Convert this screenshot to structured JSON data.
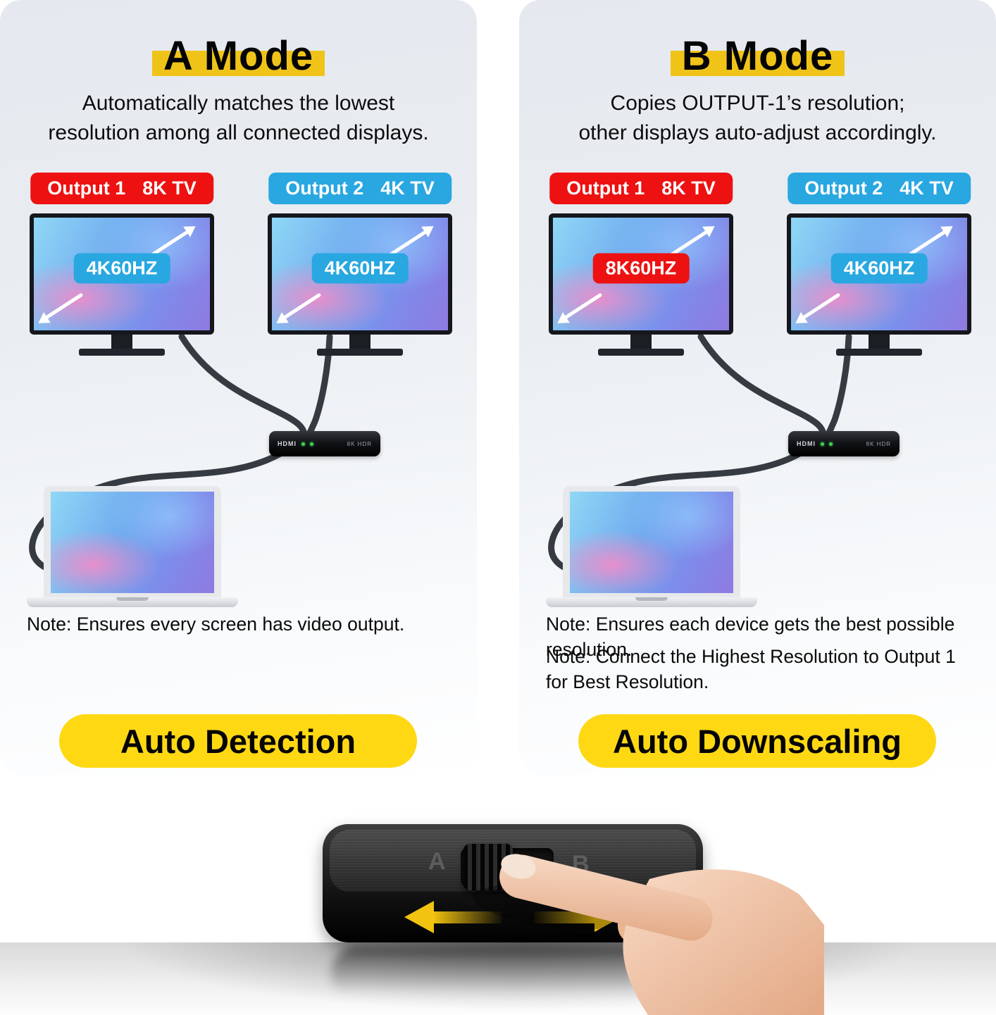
{
  "panels": [
    {
      "title": "A Mode",
      "subtitle_line1": "Automatically matches the lowest",
      "subtitle_line2": "resolution among all connected displays.",
      "outputs": [
        {
          "label": "Output 1",
          "tv": "8K TV",
          "badge": "4K60HZ"
        },
        {
          "label": "Output 2",
          "tv": "4K TV",
          "badge": "4K60HZ"
        }
      ],
      "notes": [
        "Note: Ensures every screen has video output.",
        ""
      ],
      "banner": "Auto Detection"
    },
    {
      "title": "B Mode",
      "subtitle_line1": "Copies OUTPUT-1’s resolution;",
      "subtitle_line2": "other displays auto-adjust accordingly.",
      "outputs": [
        {
          "label": "Output 1",
          "tv": "8K TV",
          "badge": "8K60HZ"
        },
        {
          "label": "Output 2",
          "tv": "4K TV",
          "badge": "4K60HZ"
        }
      ],
      "notes": [
        "Note: Ensures each device gets the best possible resolution.",
        "Note: Connect the Highest Resolution to Output 1 for Best Resolution."
      ],
      "banner": "Auto Downscaling"
    }
  ],
  "switch_box": {
    "hdmi": "HDMI",
    "res": "8K HDR"
  },
  "slider": {
    "a": "A",
    "b": "B"
  },
  "colors": {
    "red": "#ED1111",
    "blue": "#29A7E1",
    "banner_yellow": "#FFD814",
    "highlight_yellow": "#F0C319"
  }
}
